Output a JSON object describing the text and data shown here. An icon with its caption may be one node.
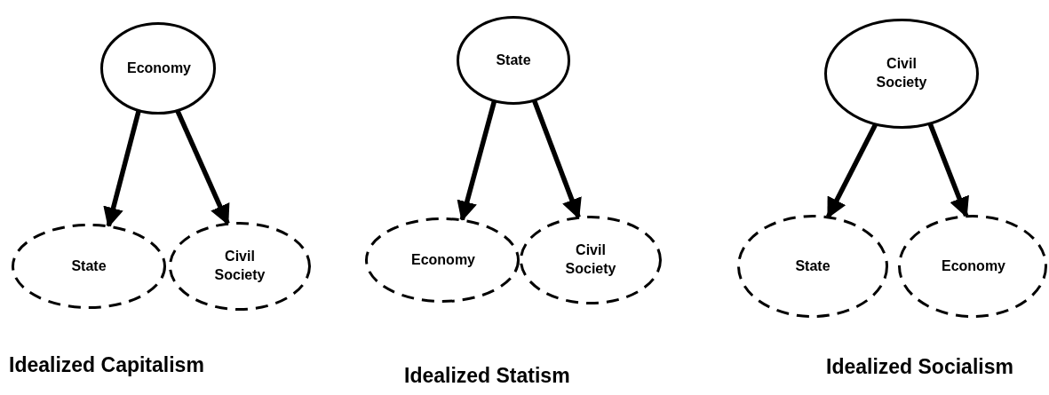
{
  "diagram": {
    "nodes": [
      {
        "text": [
          "Economy"
        ]
      },
      {
        "text": [
          "State"
        ]
      },
      {
        "text": [
          "Civil Society"
        ]
      },
      {
        "text": [
          "State"
        ]
      },
      {
        "text": [
          "Economy"
        ]
      },
      {
        "text": [
          "Civil Society"
        ]
      },
      {
        "text": [
          "Civil Society"
        ]
      },
      {
        "text": [
          "State"
        ]
      },
      {
        "text": [
          "Economy"
        ]
      }
    ],
    "edges": [
      {
        "from": 0,
        "to": 1,
        "arrow": "to"
      },
      {
        "from": 0,
        "to": 2,
        "arrow": "to"
      },
      {
        "from": 3,
        "to": 4,
        "arrow": "to"
      },
      {
        "from": 3,
        "to": 5,
        "arrow": "to"
      },
      {
        "from": 6,
        "to": 7,
        "arrow": "to"
      },
      {
        "from": 6,
        "to": 8,
        "arrow": "to"
      }
    ],
    "labels": [
      "Idealized Capitalism",
      "Idealized Statism",
      "Idealized Socialism"
    ]
  }
}
